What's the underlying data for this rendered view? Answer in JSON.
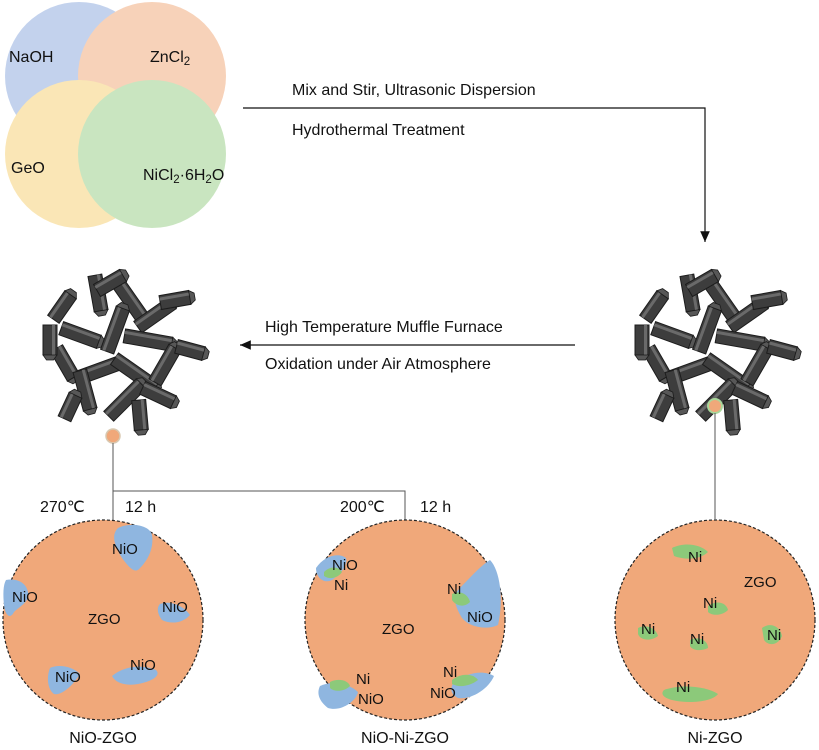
{
  "reagents": {
    "naoh": "NaOH",
    "zncl2": {
      "base": "ZnCl",
      "sub": "2"
    },
    "geo": "GeO",
    "nicl2": {
      "p1": "NiCl",
      "s1": "2",
      "p2": "·6H",
      "s2": "2",
      "p3": "O"
    }
  },
  "step1": {
    "line1": "Mix and Stir, Ultrasonic Dispersion",
    "line2": "Hydrothermal Treatment"
  },
  "step2": {
    "line1": "High Temperature Muffle Furnace",
    "line2": "Oxidation under Air Atmosphere"
  },
  "conditions": {
    "left_temp": "270℃",
    "left_time": "12 h",
    "mid_temp": "200℃",
    "mid_time": "12 h"
  },
  "circles": {
    "left": {
      "caption": "NiO-ZGO",
      "center_label": "ZGO",
      "labels": [
        "NiO",
        "NiO",
        "NiO",
        "NiO",
        "NiO"
      ]
    },
    "mid": {
      "caption": "NiO-Ni-ZGO",
      "center_label": "ZGO",
      "labels": [
        "NiO",
        "Ni",
        "Ni",
        "NiO",
        "Ni",
        "NiO",
        "Ni",
        "NiO"
      ]
    },
    "right": {
      "caption": "Ni-ZGO",
      "center_label": "ZGO",
      "labels": [
        "Ni",
        "Ni",
        "Ni",
        "Ni",
        "Ni",
        "Ni"
      ]
    }
  },
  "colors": {
    "naoh": "#9fb8e3",
    "zncl2": "#f3b78f",
    "geo": "#f7d88a",
    "nicl2": "#a9d69a",
    "zgo_fill": "#f0a87a",
    "nio_patch": "#8fb6e0",
    "ni_patch": "#8cc97a",
    "rod_dark": "#3a3a3a"
  }
}
